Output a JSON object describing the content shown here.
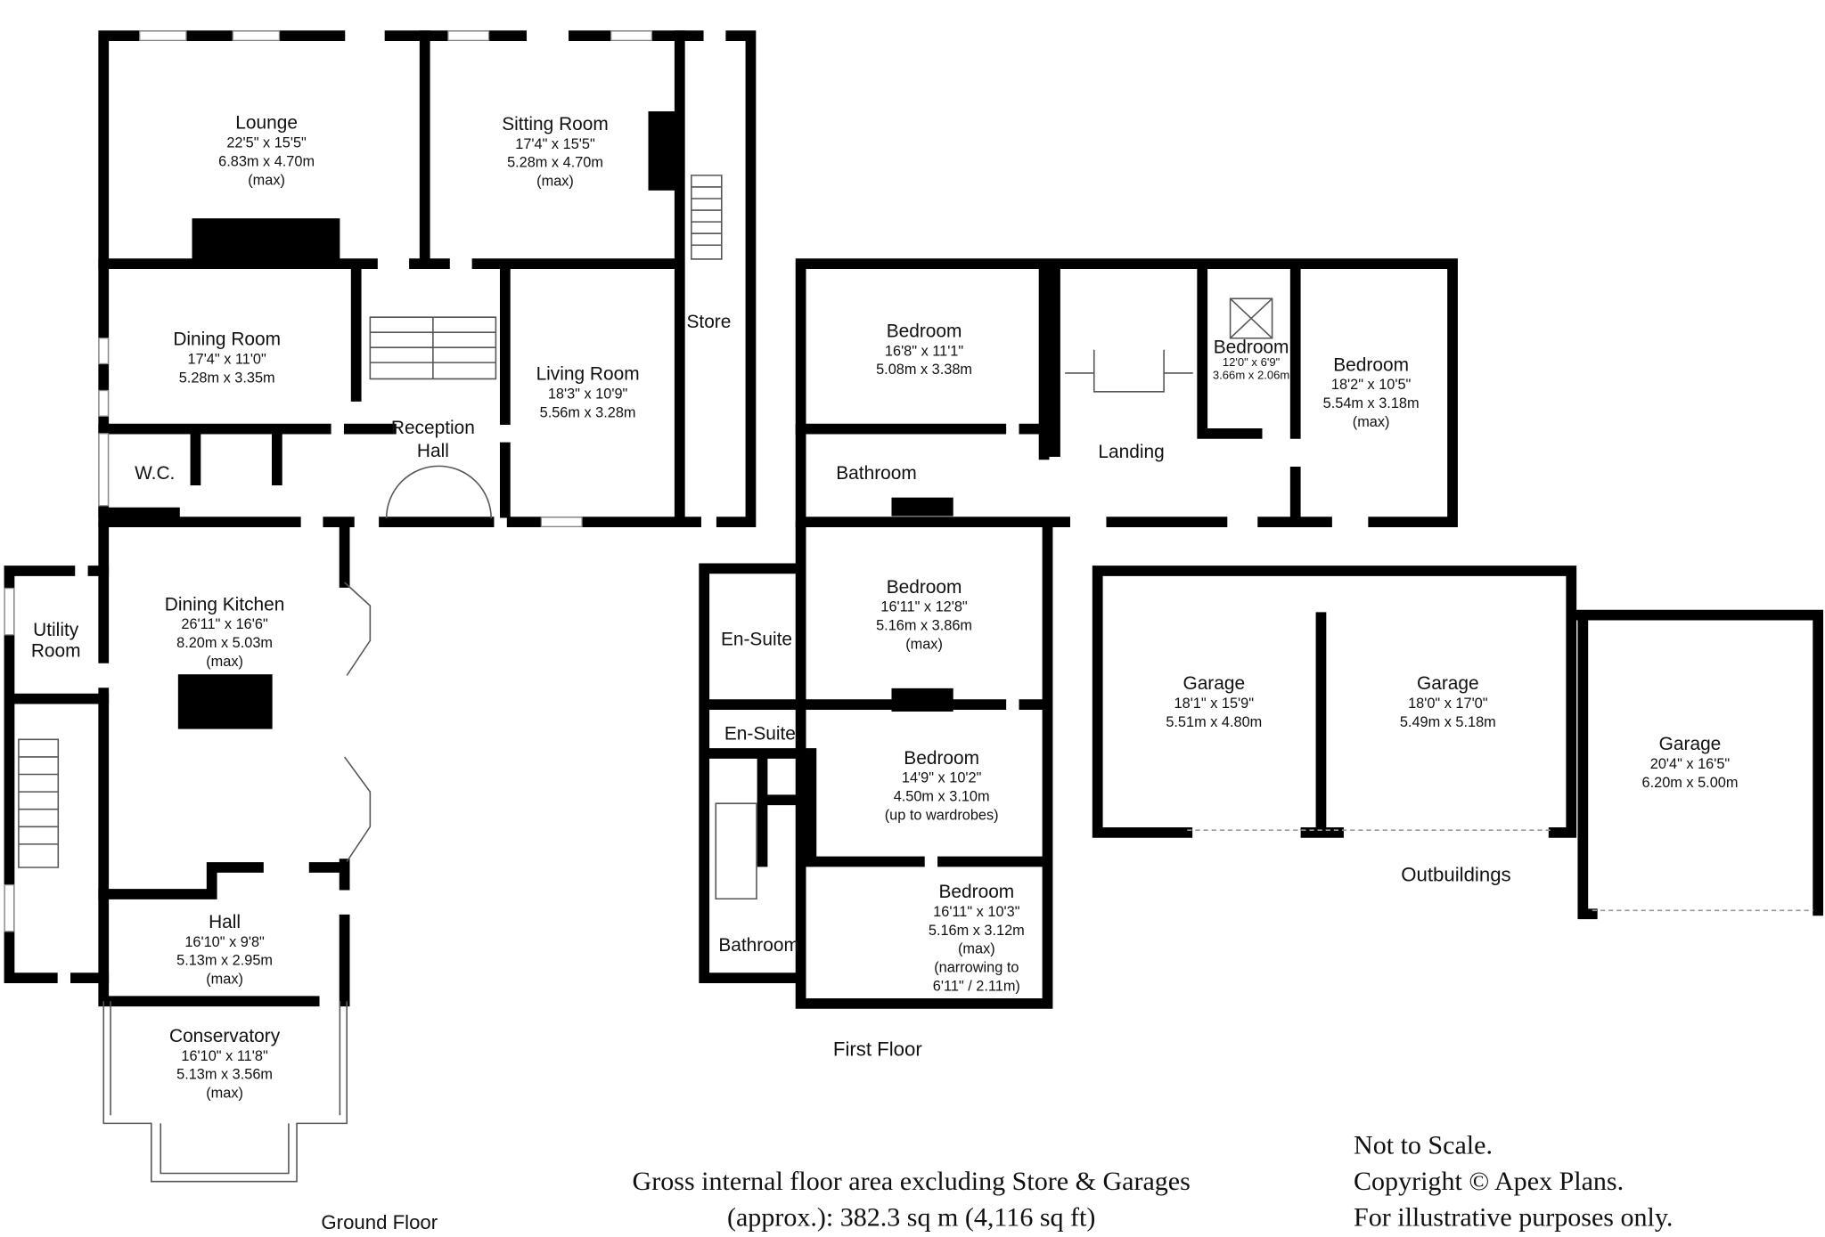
{
  "ground_floor": {
    "label": "Ground Floor",
    "rooms": [
      {
        "name": "Lounge",
        "lines": [
          "22'5\" x 15'5\"",
          "6.83m x 4.70m",
          "(max)"
        ]
      },
      {
        "name": "Sitting Room",
        "lines": [
          "17'4\" x 15'5\"",
          "5.28m x 4.70m",
          "(max)"
        ]
      },
      {
        "name": "Dining Room",
        "lines": [
          "17'4\" x 11'0\"",
          "5.28m x 3.35m"
        ]
      },
      {
        "name": "Living Room",
        "lines": [
          "18'3\" x 10'9\"",
          "5.56m x 3.28m"
        ]
      },
      {
        "name": "Store",
        "lines": []
      },
      {
        "name": "Reception",
        "lines": [
          "Hall"
        ]
      },
      {
        "name": "W.C.",
        "lines": []
      },
      {
        "name": "Utility",
        "lines": [
          "Room"
        ]
      },
      {
        "name": "Dining Kitchen",
        "lines": [
          "26'11\" x 16'6\"",
          "8.20m x 5.03m",
          "(max)"
        ]
      },
      {
        "name": "Hall",
        "lines": [
          "16'10\" x 9'8\"",
          "5.13m x 2.95m",
          "(max)"
        ]
      },
      {
        "name": "Conservatory",
        "lines": [
          "16'10\" x 11'8\"",
          "5.13m x 3.56m",
          "(max)"
        ]
      }
    ]
  },
  "first_floor": {
    "label": "First Floor",
    "rooms": [
      {
        "name": "Bedroom",
        "lines": [
          "16'8\" x 11'1\"",
          "5.08m x 3.38m"
        ]
      },
      {
        "name": "Bedroom",
        "lines": [
          "12'0\" x 6'9\"",
          "3.66m x 2.06m"
        ]
      },
      {
        "name": "Bedroom",
        "lines": [
          "18'2\" x 10'5\"",
          "5.54m x 3.18m",
          "(max)"
        ]
      },
      {
        "name": "Landing",
        "lines": []
      },
      {
        "name": "Bathroom",
        "lines": []
      },
      {
        "name": "Bedroom",
        "lines": [
          "16'11\" x 12'8\"",
          "5.16m x 3.86m",
          "(max)"
        ]
      },
      {
        "name": "En-Suite",
        "lines": []
      },
      {
        "name": "En-Suite",
        "lines": []
      },
      {
        "name": "Bedroom",
        "lines": [
          "14'9\" x 10'2\"",
          "4.50m x 3.10m",
          "(up to wardrobes)"
        ]
      },
      {
        "name": "Bedroom",
        "lines": [
          "16'11\" x 10'3\"",
          "5.16m x 3.12m",
          "(max)",
          "(narrowing to",
          "6'11\" / 2.11m)"
        ]
      },
      {
        "name": "Bathroom",
        "lines": []
      }
    ]
  },
  "outbuildings": {
    "label": "Outbuildings",
    "rooms": [
      {
        "name": "Garage",
        "lines": [
          "18'1\" x 15'9\"",
          "5.51m x 4.80m"
        ]
      },
      {
        "name": "Garage",
        "lines": [
          "18'0\" x 17'0\"",
          "5.49m x 5.18m"
        ]
      },
      {
        "name": "Garage",
        "lines": [
          "20'4\" x 16'5\"",
          "6.20m x 5.00m"
        ]
      }
    ]
  },
  "footer": {
    "area_line1": "Gross internal floor area excluding Store & Garages",
    "area_line2": "(approx.): 382.3 sq m (4,116 sq ft)",
    "notice1": "Not to Scale.",
    "notice2": "Copyright © Apex Plans.",
    "notice3": "For illustrative purposes only."
  }
}
